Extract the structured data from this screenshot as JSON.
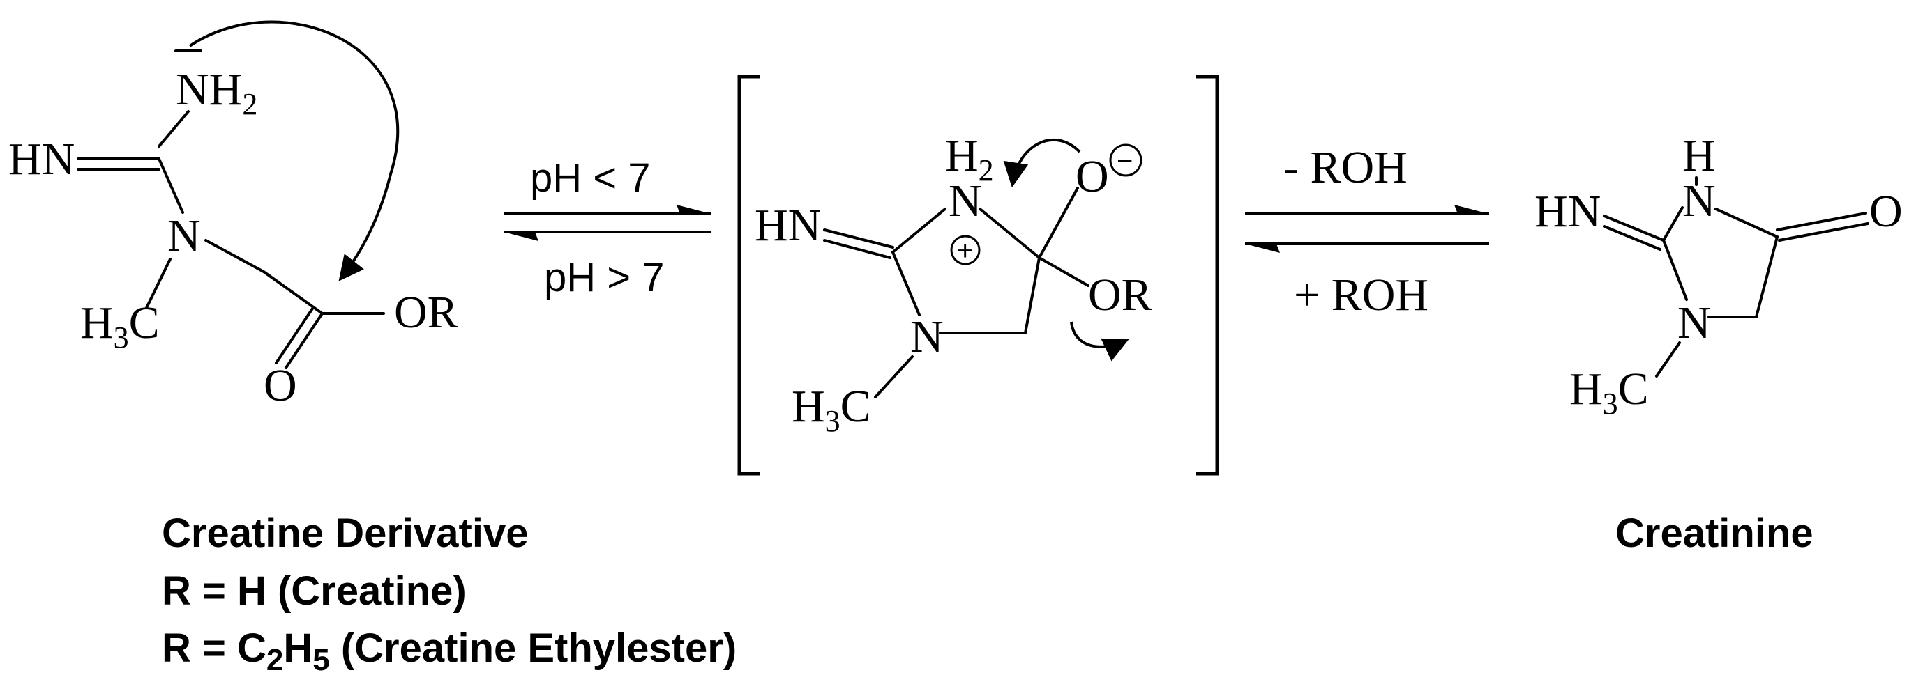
{
  "reactant": {
    "atoms": {
      "nh2": "NH",
      "nh2_sub": "2",
      "hn": "HN",
      "n": "N",
      "h3c_h": "H",
      "h3c_sub": "3",
      "h3c_c": "C",
      "o": "O",
      "or": "OR"
    },
    "caption": {
      "title": "Creatine Derivative",
      "line1": "R = H (Creatine)",
      "line2_prefix": "R = C",
      "line2_sub1": "2",
      "line2_mid": "H",
      "line2_sub2": "5",
      "line2_suffix": " (Creatine Ethylester)"
    }
  },
  "step1": {
    "forward_label": "pH < 7",
    "reverse_label": "pH > 7"
  },
  "intermediate": {
    "atoms": {
      "h2": "H",
      "h2_sub": "2",
      "n_top": "N",
      "plus": "+",
      "o": "O",
      "minus": "−",
      "hn": "HN",
      "or": "OR",
      "n_bottom": "N",
      "h3c_h": "H",
      "h3c_sub": "3",
      "h3c_c": "C"
    }
  },
  "step2": {
    "forward_label": "- ROH",
    "reverse_label": "+ ROH"
  },
  "product": {
    "atoms": {
      "h": "H",
      "n_top": "N",
      "hn": "HN",
      "o": "O",
      "n_bottom": "N",
      "h3c_h": "H",
      "h3c_sub": "3",
      "h3c_c": "C"
    },
    "caption": {
      "title": "Creatinine"
    }
  }
}
